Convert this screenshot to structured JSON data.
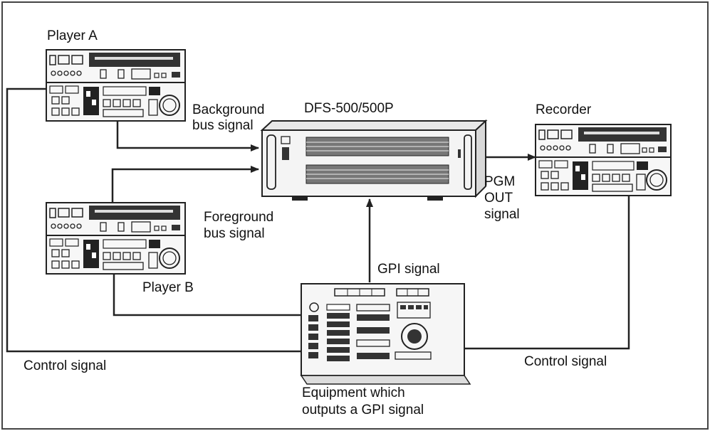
{
  "title": "DFS-500/500P",
  "devices": {
    "player_a": "Player A",
    "player_b": "Player B",
    "recorder": "Recorder",
    "switcher": "DFS-500/500P",
    "gpi_controller": [
      "Equipment which",
      "outputs a GPI signal"
    ]
  },
  "signals": {
    "background": [
      "Background",
      "bus signal"
    ],
    "foreground": [
      "Foreground",
      "bus signal"
    ],
    "pgm_out": [
      "PGM",
      "OUT",
      "signal"
    ],
    "gpi": "GPI signal",
    "control_left": "Control signal",
    "control_right": "Control signal"
  },
  "colors": {
    "line": "#222222",
    "frame": "#444444"
  }
}
